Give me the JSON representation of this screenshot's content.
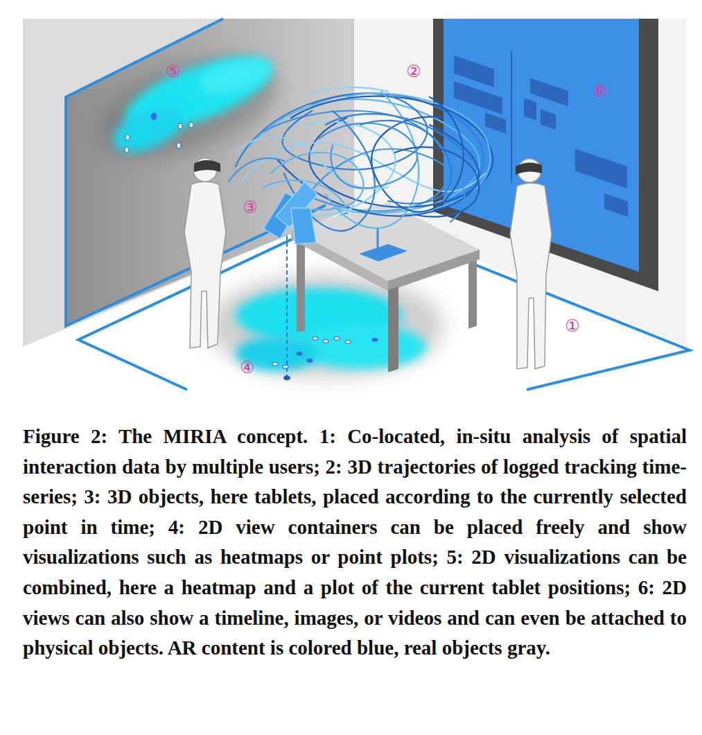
{
  "diagram": {
    "caption": "Figure 2: The MIRIA concept. 1: Co-located, in-situ analysis of spatial interaction data by multiple users; 2: 3D trajectories of logged tracking time-series; 3: 3D objects, here tablets, placed according to the currently selected point in time; 4: 2D view containers can be placed freely and show visualizations such as heatmaps or point plots; 5: 2D visualizations can be combined, here a heatmap and a plot of the current tablet positions; 6: 2D views can also show a timeline, images, or videos and can even be attached to physical objects. AR content is colored blue, real objects gray.",
    "labels": [
      "⑤",
      "②",
      "⑥",
      "③",
      "①",
      "④"
    ]
  }
}
